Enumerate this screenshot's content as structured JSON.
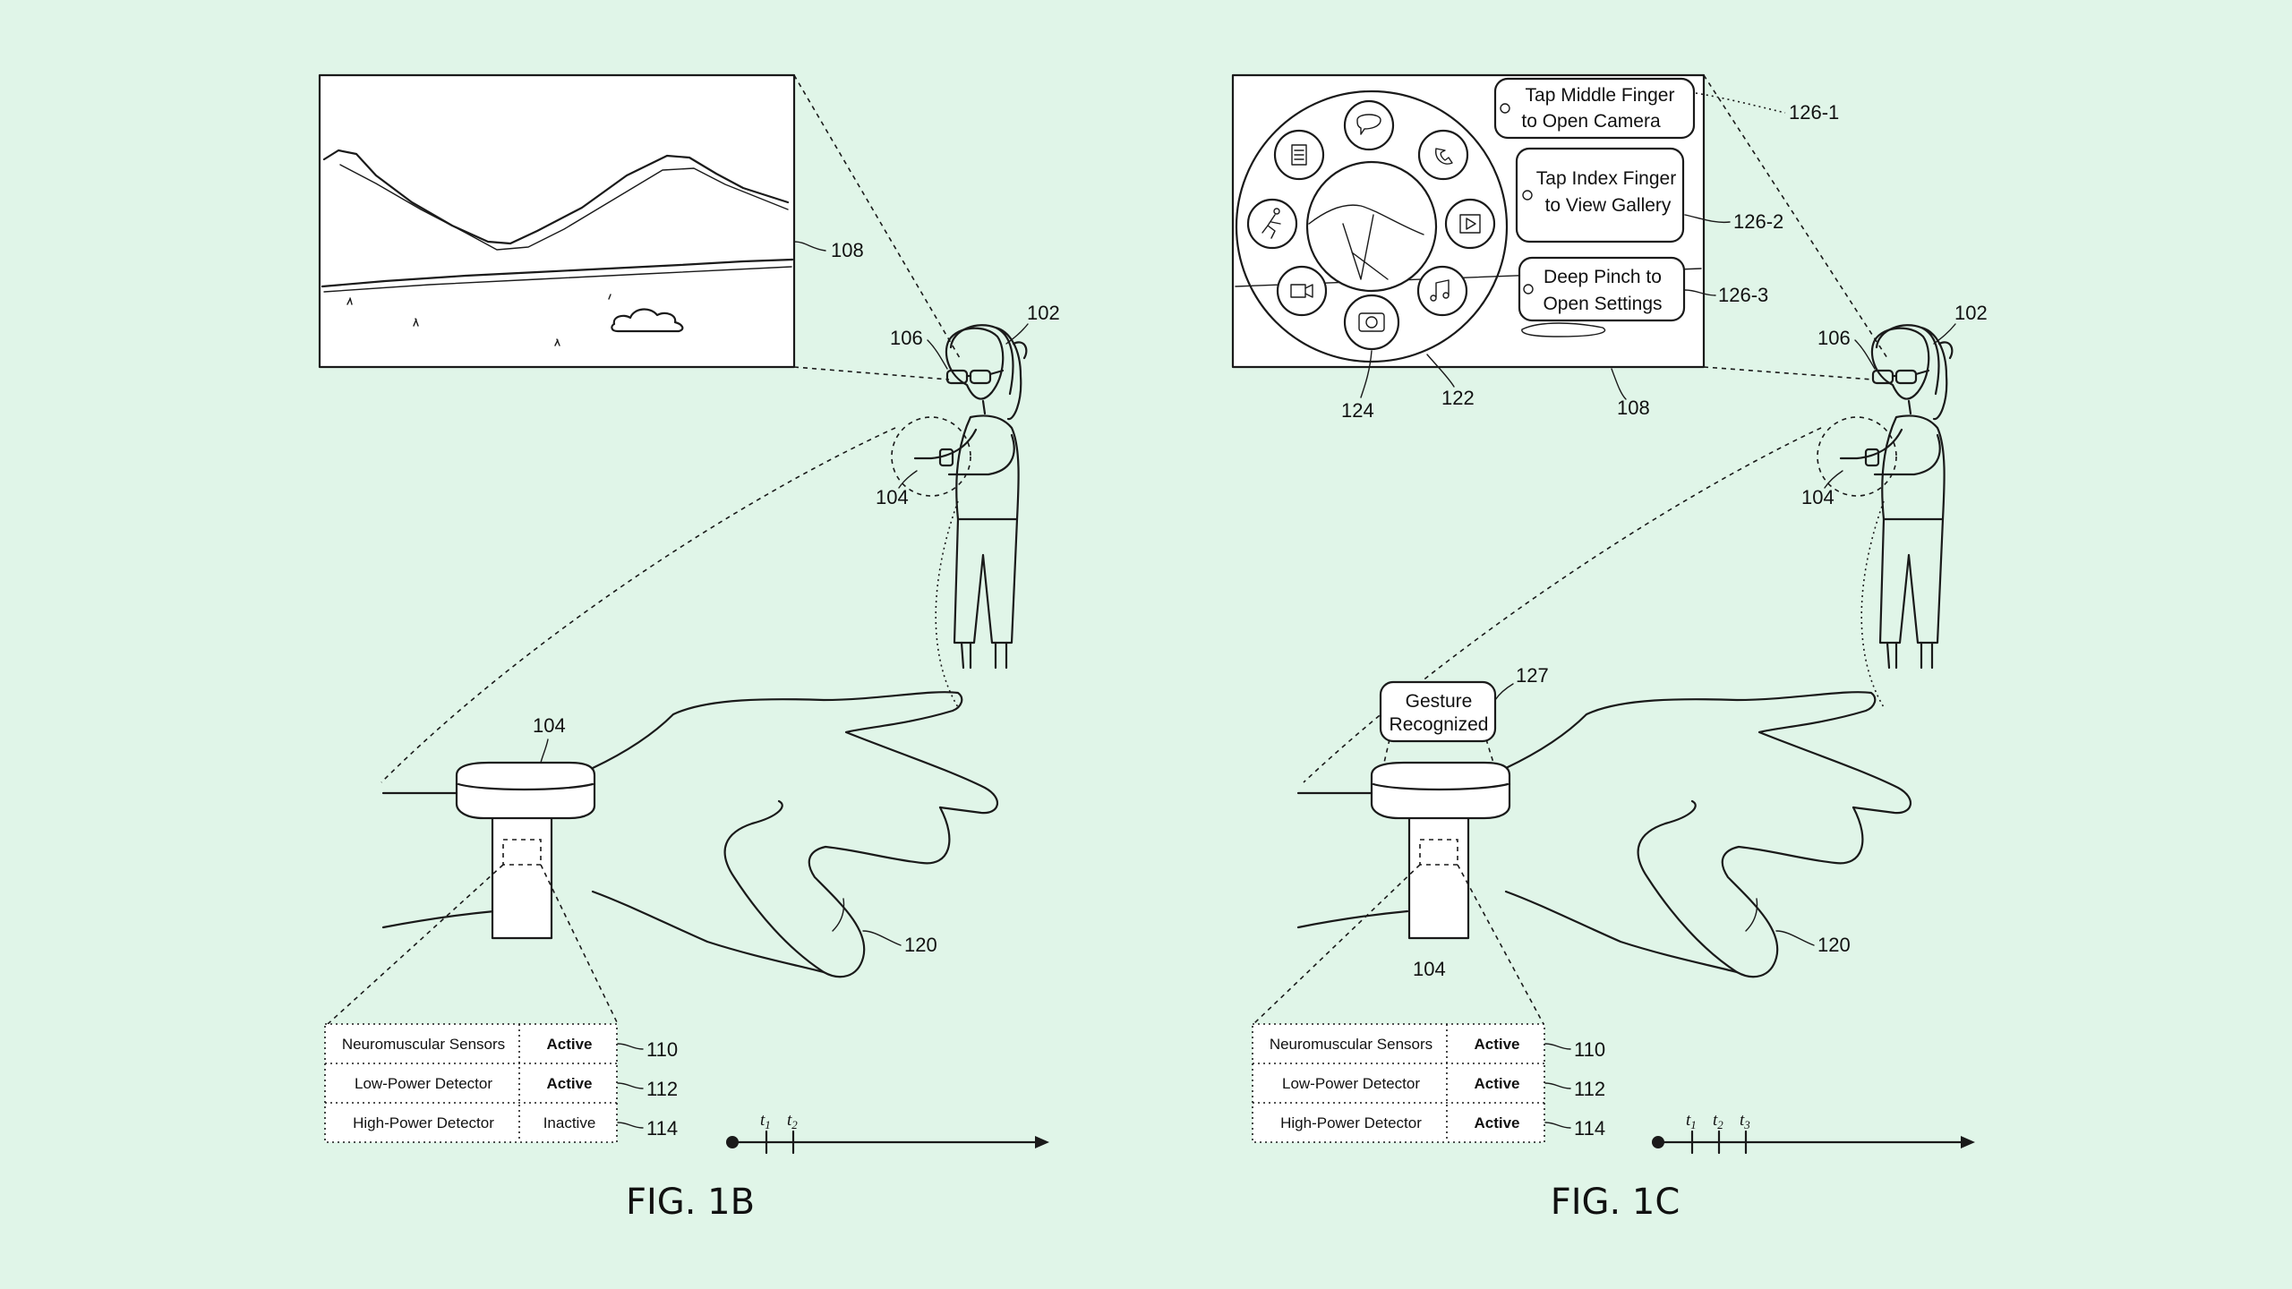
{
  "figures": [
    {
      "caption": "FIG. 1B",
      "labels": {
        "user": "102",
        "wearable": "104",
        "glasses": "106",
        "display": "108",
        "hand": "120",
        "row1": "110",
        "row2": "112",
        "row3": "114"
      },
      "table": [
        {
          "name": "Neuromuscular Sensors",
          "state": "Active",
          "bold": true
        },
        {
          "name": "Low-Power Detector",
          "state": "Active",
          "bold": true
        },
        {
          "name": "High-Power Detector",
          "state": "Inactive",
          "bold": false
        }
      ],
      "timeline": {
        "ticks": [
          "t",
          "t"
        ],
        "subs": [
          "1",
          "2"
        ]
      }
    },
    {
      "caption": "FIG. 1C",
      "labels": {
        "user": "102",
        "wearable": "104",
        "glasses": "106",
        "display": "108",
        "hand": "120",
        "menu": "122",
        "camera": "124",
        "opt1": "126-1",
        "opt2": "126-2",
        "opt3": "126-3",
        "gesture": "127",
        "row1": "110",
        "row2": "112",
        "row3": "114"
      },
      "options": [
        {
          "line1": "Tap Middle Finger",
          "line2": "to Open Camera"
        },
        {
          "line1": "Tap Index Finger",
          "line2": "to View Gallery"
        },
        {
          "line1": "Deep Pinch to",
          "line2": "Open Settings"
        }
      ],
      "gesture_bubble": {
        "line1": "Gesture",
        "line2": "Recognized"
      },
      "table": [
        {
          "name": "Neuromuscular Sensors",
          "state": "Active",
          "bold": true
        },
        {
          "name": "Low-Power Detector",
          "state": "Active",
          "bold": true
        },
        {
          "name": "High-Power Detector",
          "state": "Active",
          "bold": true
        }
      ],
      "timeline": {
        "ticks": [
          "t",
          "t",
          "t"
        ],
        "subs": [
          "1",
          "2",
          "3"
        ]
      }
    }
  ],
  "colors": {
    "background": "#e0f5e8",
    "ink": "#1a1a1a"
  }
}
